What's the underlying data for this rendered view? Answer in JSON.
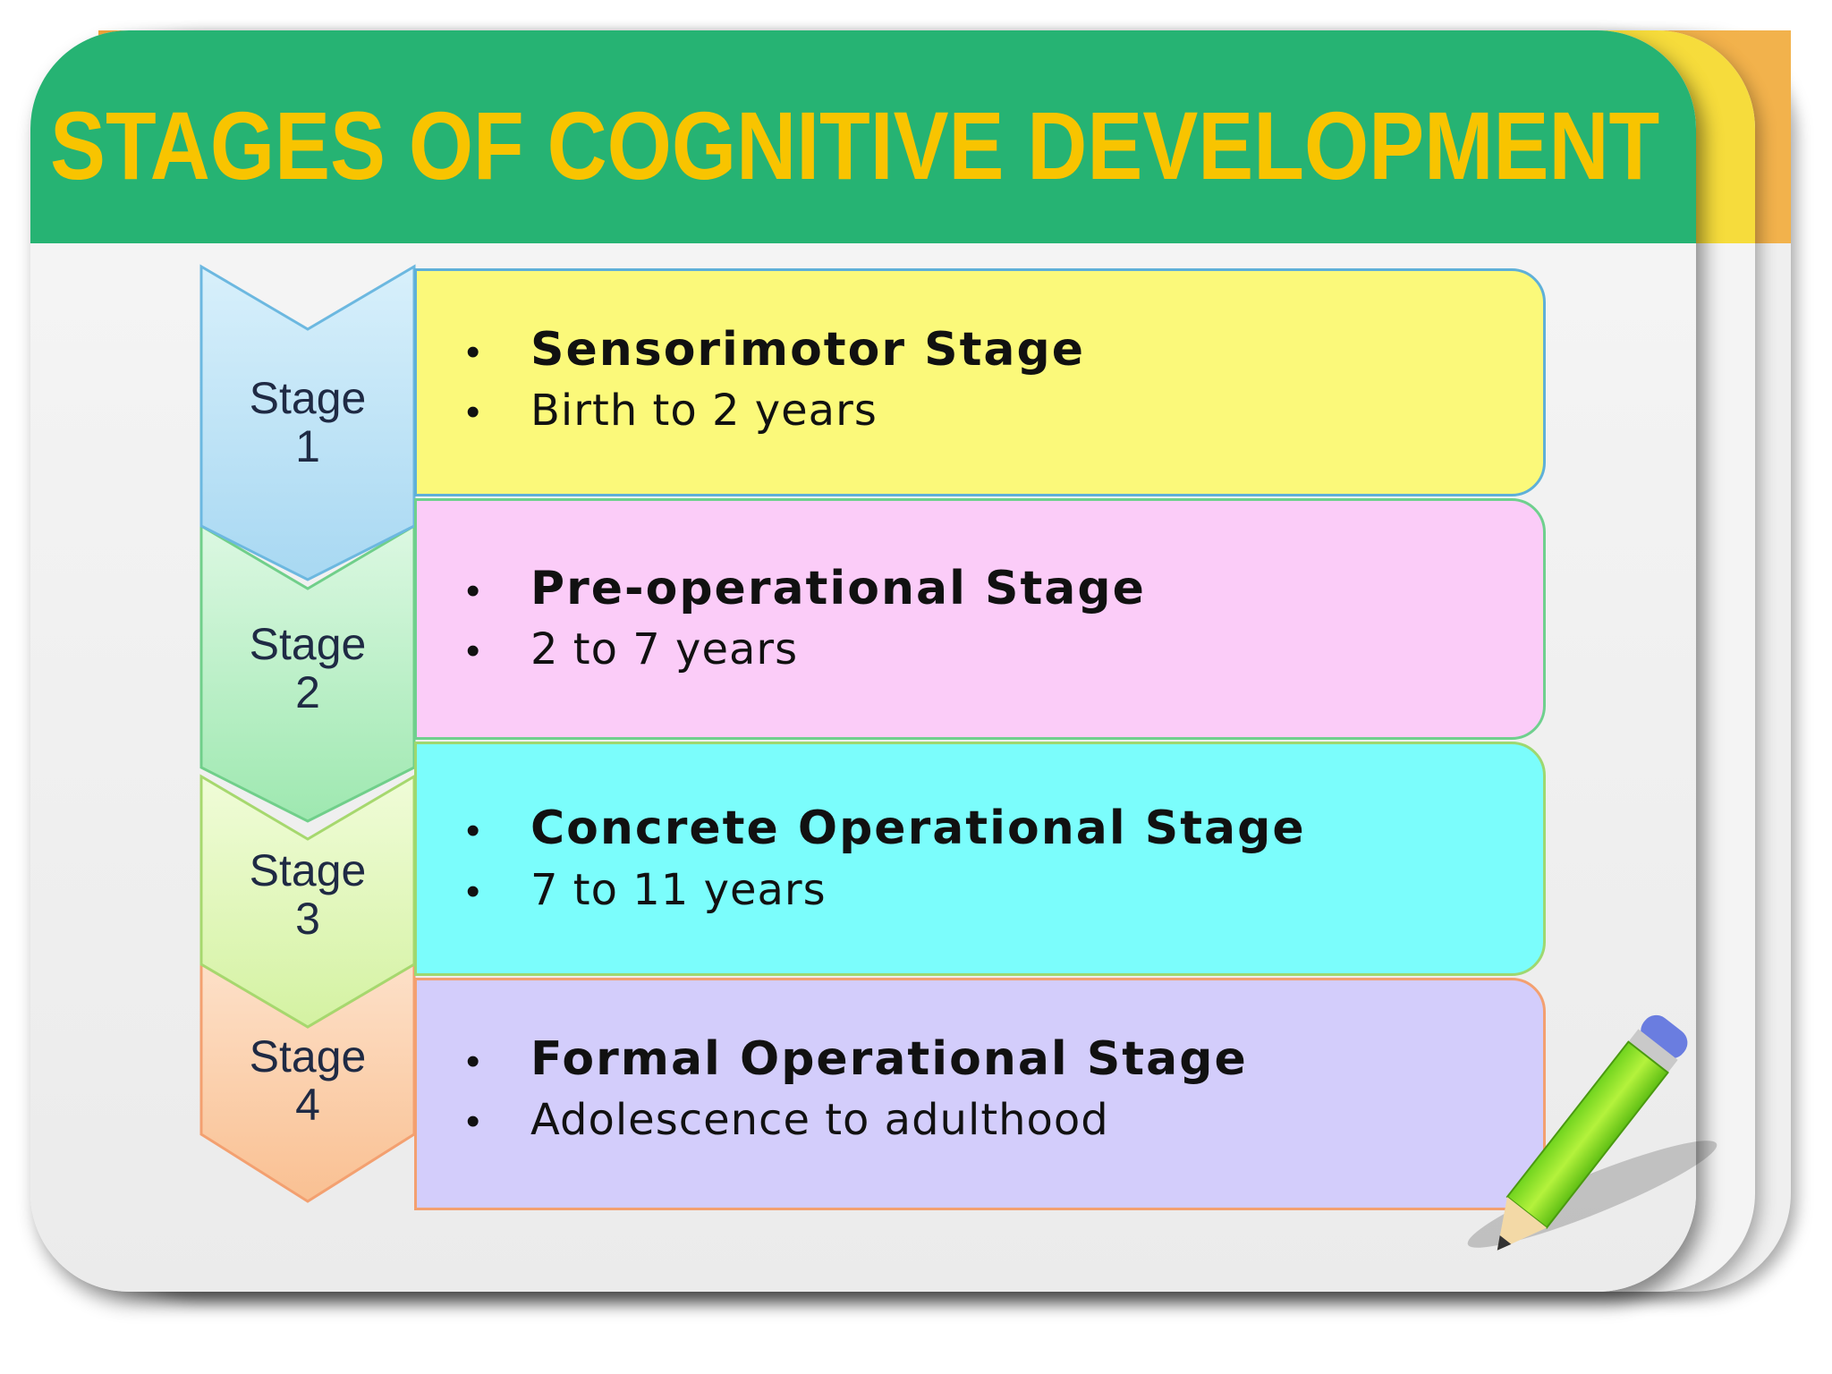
{
  "title": "STAGES OF COGNITIVE DEVELOPMENT",
  "colors": {
    "title_bar": "#26b373",
    "title_text": "#f8c400",
    "tab_yellow": "#f4d22a",
    "tab_orange": "#f0a53a"
  },
  "stages": [
    {
      "label_word": "Stage",
      "label_number": "1",
      "name": "Sensorimotor Stage",
      "age": "Birth to 2 years",
      "box_color": "#fbf97a",
      "box_border": "#5fb0d8",
      "chevron_top": "#d8f0fb",
      "chevron_bottom": "#a8d8f2",
      "chevron_stroke": "#6cb8e0"
    },
    {
      "label_word": "Stage",
      "label_number": "2",
      "name": "Pre-operational Stage",
      "age": "2 to 7 years",
      "box_color": "#fbccf8",
      "box_border": "#6fd08e",
      "chevron_top": "#dcf8e2",
      "chevron_bottom": "#9ee8b0",
      "chevron_stroke": "#70cf8a"
    },
    {
      "label_word": "Stage",
      "label_number": "3",
      "name": "Concrete Operational Stage",
      "age": "7 to 11 years",
      "box_color": "#7bfdfc",
      "box_border": "#9ed870",
      "chevron_top": "#f0fcd8",
      "chevron_bottom": "#d4f2a2",
      "chevron_stroke": "#a6d86e"
    },
    {
      "label_word": "Stage",
      "label_number": "4",
      "name": "Formal Operational Stage",
      "age": "Adolescence to adulthood",
      "box_color": "#d3cdfb",
      "box_border": "#f3a070",
      "chevron_top": "#fde0c8",
      "chevron_bottom": "#f9c092",
      "chevron_stroke": "#f3a070"
    }
  ],
  "bullet_symbol": "•",
  "decor": {
    "pencil_icon": "pencil-icon"
  }
}
